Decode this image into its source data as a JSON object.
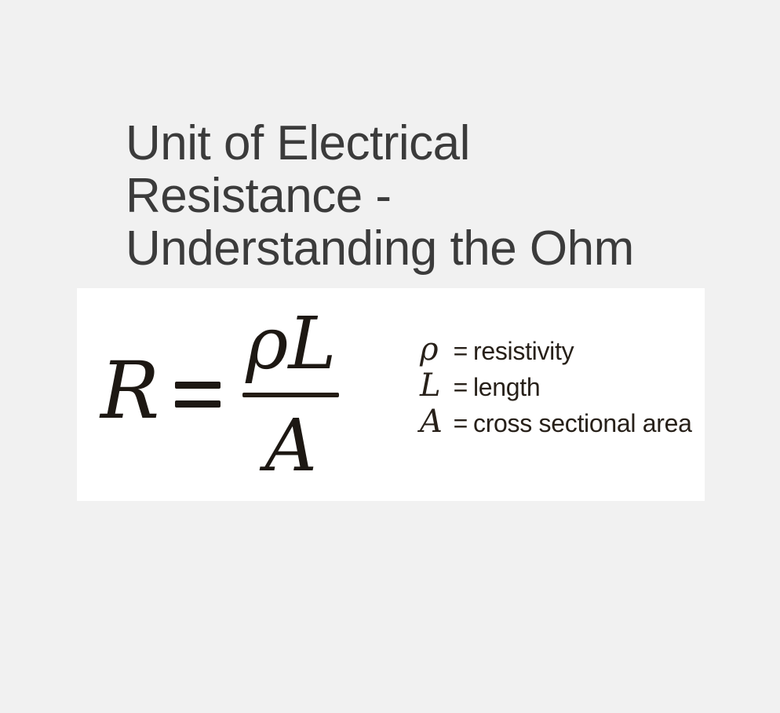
{
  "page": {
    "background_color": "#f1f1f1",
    "title_color": "#3b3b3b",
    "title_full": "Unit of Electrical Resistance - Understanding the Ohm",
    "title_lines": {
      "line1": "Unit of Electrical",
      "line2": "Resistance -",
      "line3": "Understanding the Ohm"
    }
  },
  "formula_card": {
    "background_color": "#ffffff",
    "text_color": "#1d1813",
    "equation": {
      "lhs": "R",
      "equals": "=",
      "numerator": "ρL",
      "denominator": "A"
    },
    "legend": [
      {
        "symbol": "ρ",
        "equals": "=",
        "definition": "resistivity"
      },
      {
        "symbol": "L",
        "equals": "=",
        "definition": "length"
      },
      {
        "symbol": "A",
        "equals": "=",
        "definition": "cross sectional area"
      }
    ]
  }
}
